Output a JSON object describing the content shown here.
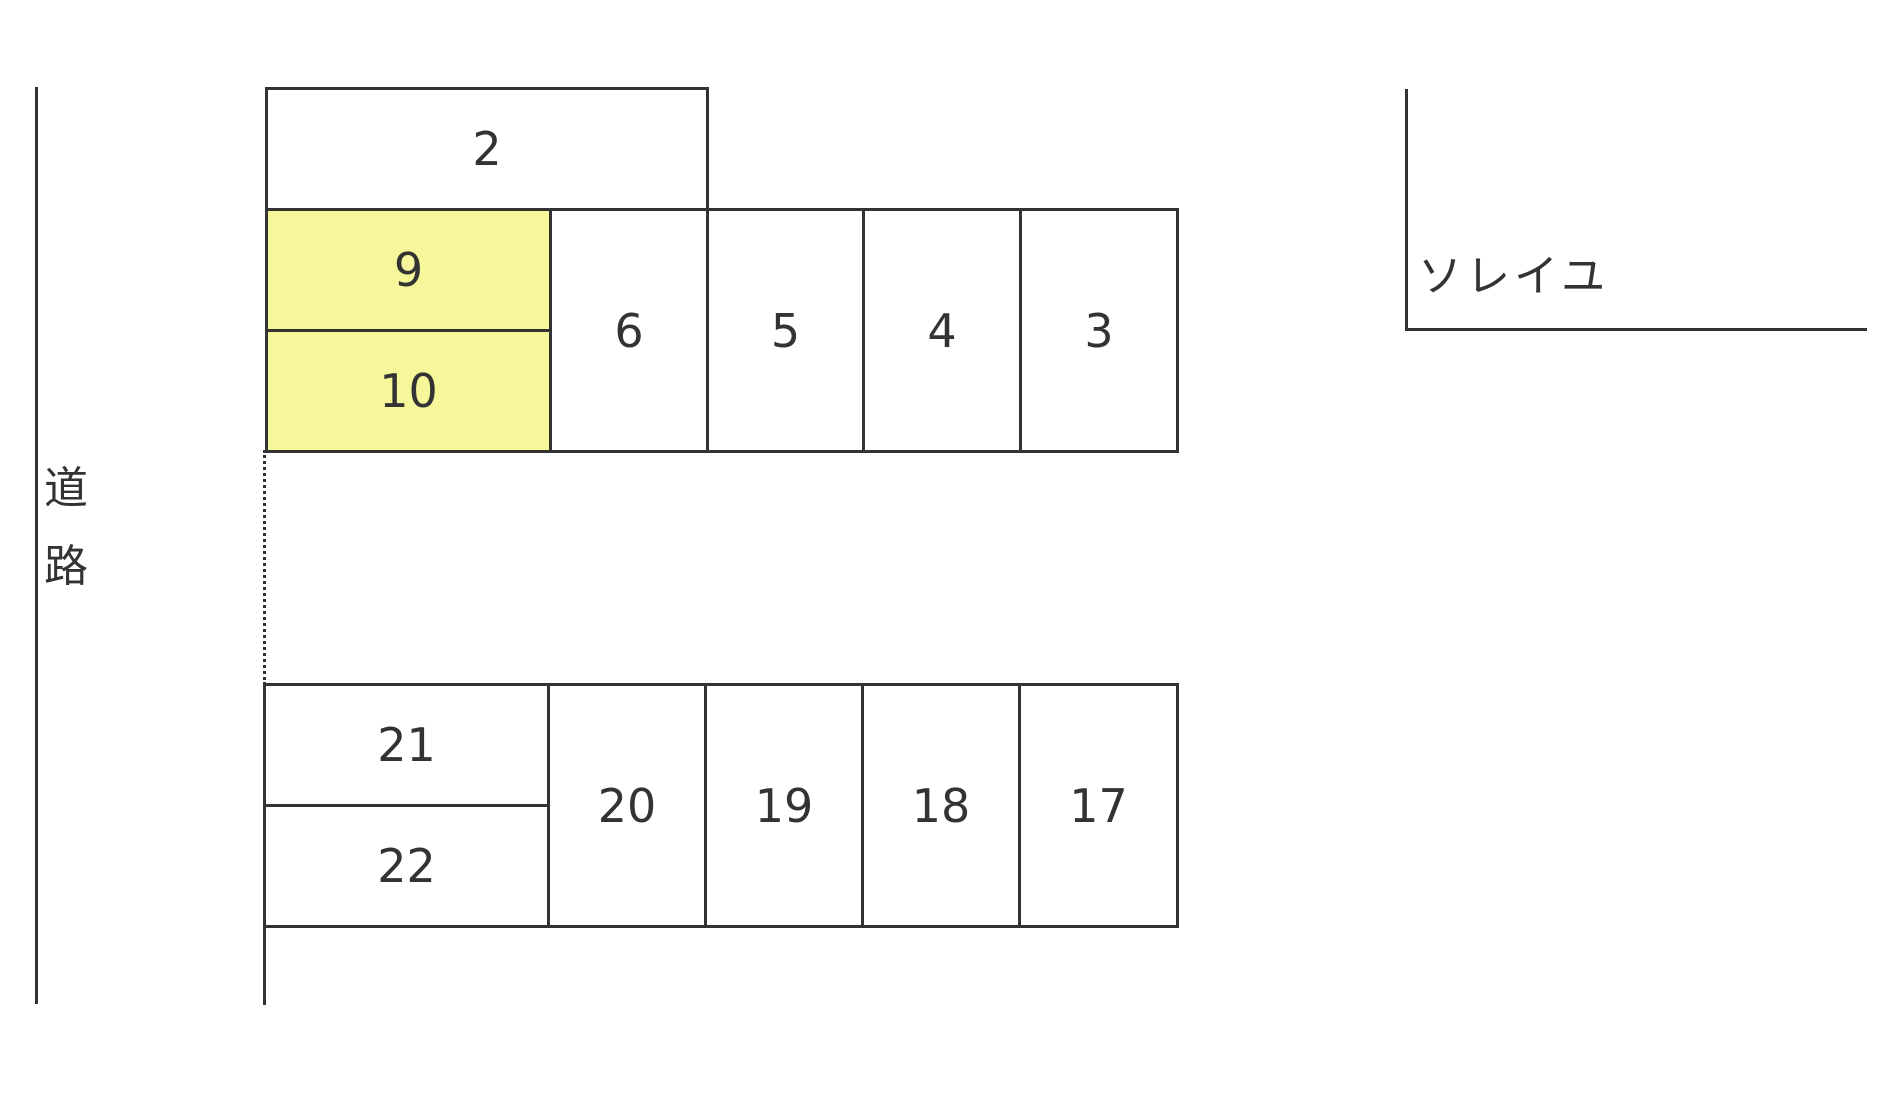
{
  "road_label": [
    "道",
    "路"
  ],
  "building_label": "ソレイユ",
  "highlight_color": "#f6f69a",
  "slots": {
    "s2": "2",
    "s9": "9",
    "s10": "10",
    "s6": "6",
    "s5": "5",
    "s4": "4",
    "s3": "3",
    "s21": "21",
    "s22": "22",
    "s20": "20",
    "s19": "19",
    "s18": "18",
    "s17": "17"
  },
  "highlighted_slots": [
    "9",
    "10"
  ]
}
